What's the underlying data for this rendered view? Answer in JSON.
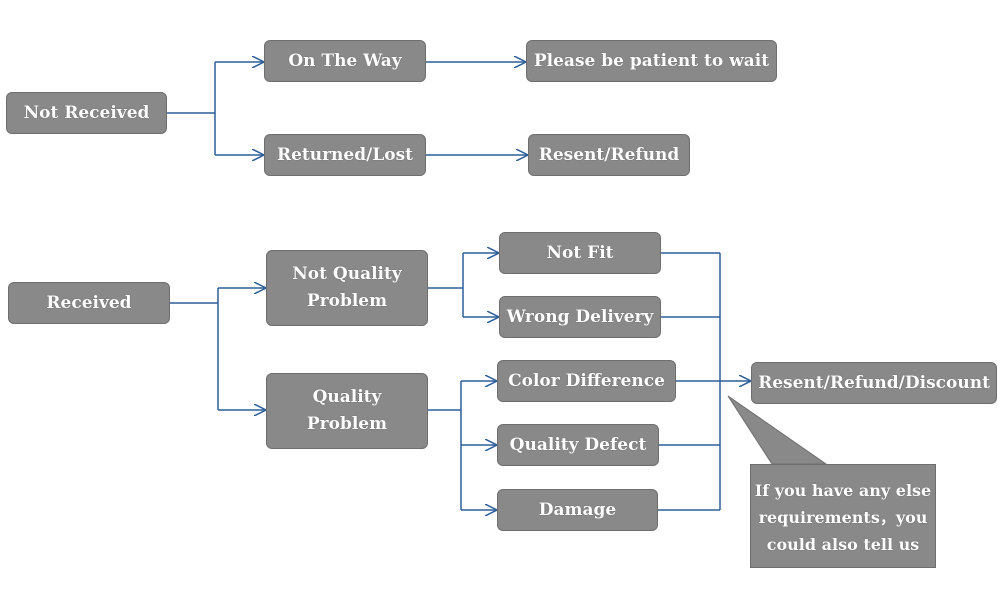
{
  "colors": {
    "box_fill": "#898989",
    "connector": "#2e5f99",
    "text": "#ffffff"
  },
  "not_received": {
    "root": "Not Received",
    "on_the_way": "On The Way",
    "wait": "Please be patient to wait",
    "returned_lost": "Returned/Lost",
    "resent_refund": "Resent/Refund"
  },
  "received": {
    "root": "Received",
    "not_quality_line1": "Not Quality",
    "not_quality_line2": "Problem",
    "quality_line1": "Quality",
    "quality_line2": "Problem",
    "not_fit": "Not Fit",
    "wrong_delivery": "Wrong Delivery",
    "color_difference": "Color Difference",
    "quality_defect": "Quality Defect",
    "damage": "Damage",
    "outcome": "Resent/Refund/Discount"
  },
  "callout": {
    "line1": "If you have any else",
    "line2": "requirements，you",
    "line3": "could also tell us"
  }
}
